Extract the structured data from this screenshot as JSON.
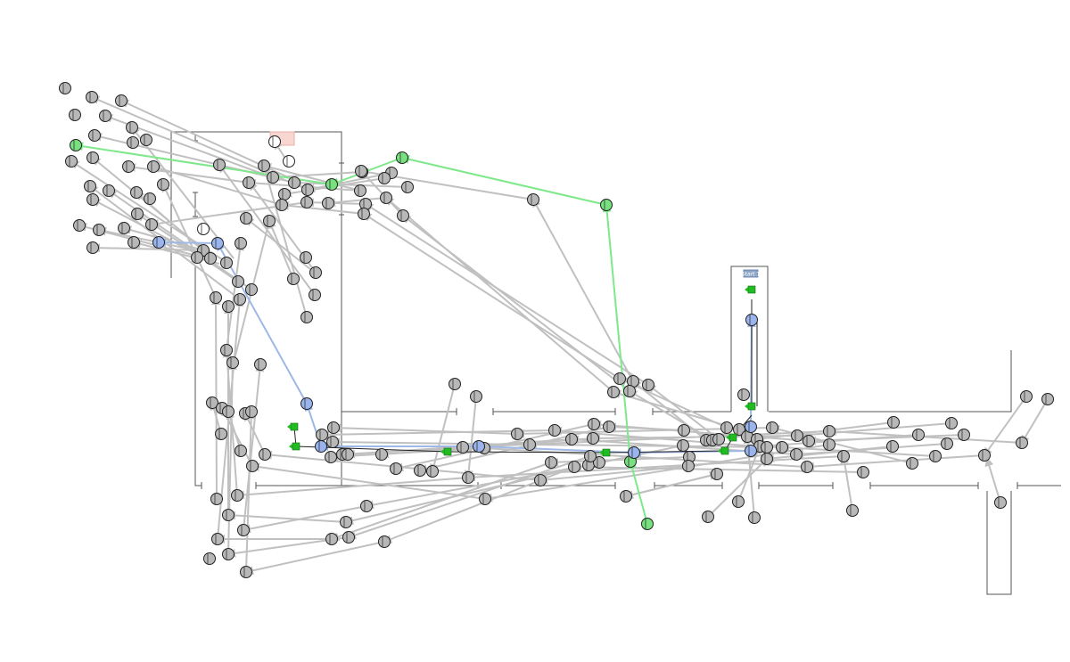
{
  "diagram": {
    "colors": {
      "background": "#ffffff",
      "wall": "#555555",
      "edge_default": "#c0c0c0",
      "edge_green": "#7ee88a",
      "edge_blue": "#9fb8e8",
      "node_gray": "#b8b8b8",
      "node_green": "#77e07f",
      "node_blue": "#9ab4ee",
      "node_white": "#ffffff",
      "device_green": "#22bb22",
      "highlight_pink": "#f7d7d0",
      "tag_fill": "#8fa7c8"
    },
    "tag_label": "Start 1",
    "node_types": [
      "gray",
      "green",
      "blue",
      "white",
      "device"
    ]
  }
}
